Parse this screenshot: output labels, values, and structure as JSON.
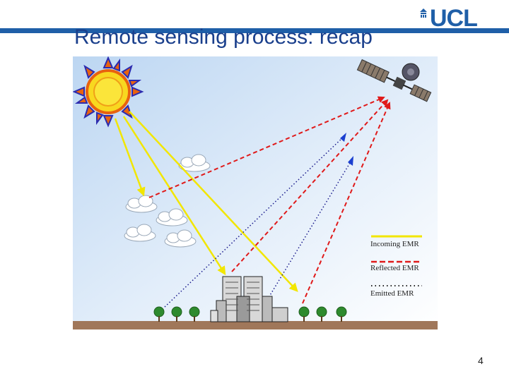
{
  "slide": {
    "title": "Remote sensing process: recap",
    "page_number": "4"
  },
  "logo": {
    "text": "UCL",
    "color": "#1f5fa8"
  },
  "legend": [
    {
      "label": "Incoming EMR",
      "style": "solid",
      "color": "#f2e600"
    },
    {
      "label": "Reflected EMR",
      "style": "dashed",
      "color": "#e01a1a"
    },
    {
      "label": "Emitted EMR",
      "style": "dotted",
      "color": "#1a1a8c"
    }
  ],
  "colors": {
    "incoming": "#f2e600",
    "reflected": "#e01a1a",
    "emitted": "#1a1a8c",
    "title": "#1a3f8c",
    "bar": "#1f5fa8"
  }
}
